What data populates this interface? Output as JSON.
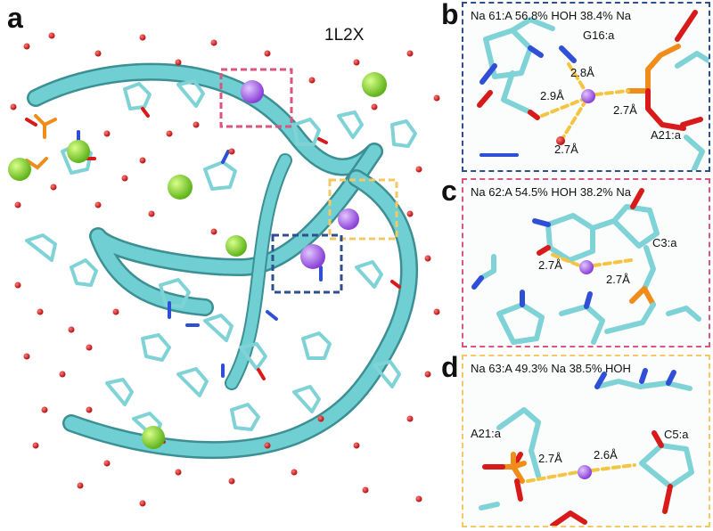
{
  "colors": {
    "ribbon": "#6fcfd2",
    "carbon": "#7fd3d6",
    "nitrogen": "#2f4fd6",
    "oxygen": "#d81a1a",
    "phosphorus": "#f08c1a",
    "sodium": "#9b51e0",
    "magnesium": "#7ed321",
    "hbond": "#f4c542",
    "box_blue": "#2e4f8f",
    "box_pink": "#d9567e",
    "box_yellow": "#f3c865"
  },
  "panel_a": {
    "letter": "a",
    "pdb_id": "1L2X"
  },
  "panel_b": {
    "letter": "b",
    "caption": "Na 61:A 56.8% HOH 38.4% Na",
    "residues": [
      "G16:a",
      "A21:a"
    ],
    "distances": [
      "2.8Å",
      "2.9Å",
      "2.7Å",
      "2.7Å"
    ]
  },
  "panel_c": {
    "letter": "c",
    "caption": "Na 62:A 54.5% HOH 38.2% Na",
    "residues": [
      "C3:a"
    ],
    "distances": [
      "2.7Å",
      "2.7Å"
    ]
  },
  "panel_d": {
    "letter": "d",
    "caption": "Na 63:A 49.3% Na 38.5% HOH",
    "residues": [
      "A21:a",
      "C5:a"
    ],
    "distances": [
      "2.7Å",
      "2.6Å"
    ]
  }
}
